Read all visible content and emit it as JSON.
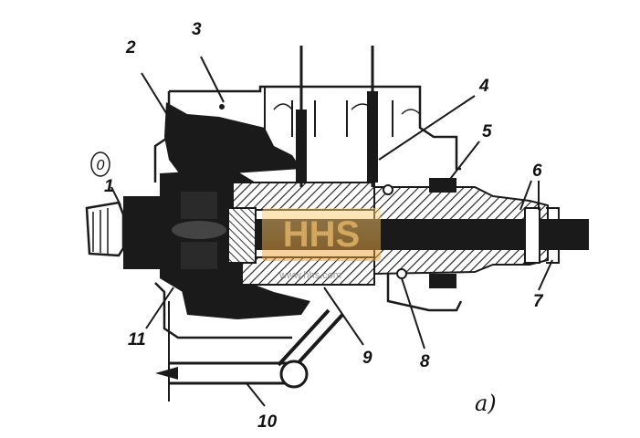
{
  "diagram": {
    "labels": {
      "l1": "1",
      "l2": "2",
      "l3": "3",
      "l4": "4",
      "l5": "5",
      "l6": "6",
      "l7": "7",
      "l8": "8",
      "l9": "9",
      "l10": "10",
      "l11": "11",
      "circled": "0",
      "subfigure": "a)"
    },
    "watermark": {
      "logo_text": "HHS",
      "url_text": "www.hhs.com"
    }
  }
}
